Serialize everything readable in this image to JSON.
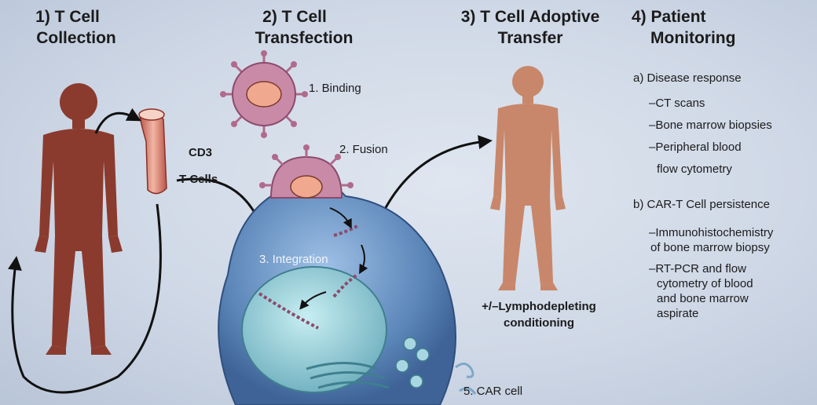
{
  "steps": {
    "s1": {
      "line1": "1) T Cell",
      "line2": "Collection"
    },
    "s2": {
      "line1": "2) T Cell",
      "line2": "Transfection"
    },
    "s3": {
      "line1": "3) T Cell Adoptive",
      "line2": "Transfer"
    },
    "s4": {
      "line1": "4) Patient",
      "line2": "Monitoring"
    }
  },
  "labels": {
    "cd3": "CD3",
    "tcells": "T Cells",
    "binding": "1. Binding",
    "fusion": "2. Fusion",
    "integration": "3. Integration",
    "car_cell": "5. CAR cell",
    "conditioning_1": "+/–Lymphodepleting",
    "conditioning_2": "conditioning"
  },
  "monitoring": {
    "disease_head": "a) Disease response",
    "disease_items": [
      "–CT scans",
      "–Bone marrow biopsies",
      "–Peripheral blood",
      "flow cytometry"
    ],
    "persist_head": "b) CAR-T Cell persistence",
    "persist_items": [
      "–Immunohistochemistry",
      "of bone marrow biopsy",
      "–RT-PCR and flow",
      "cytometry of blood",
      "and bone marrow",
      "aspirate"
    ]
  },
  "colors": {
    "patient_donor": "#8a3b2e",
    "patient_recipient": "#c8876a",
    "virus": "#b06a8c",
    "cell": "#5b86b8",
    "nucleus": "#8fc4cf",
    "arrow": "#111111"
  }
}
